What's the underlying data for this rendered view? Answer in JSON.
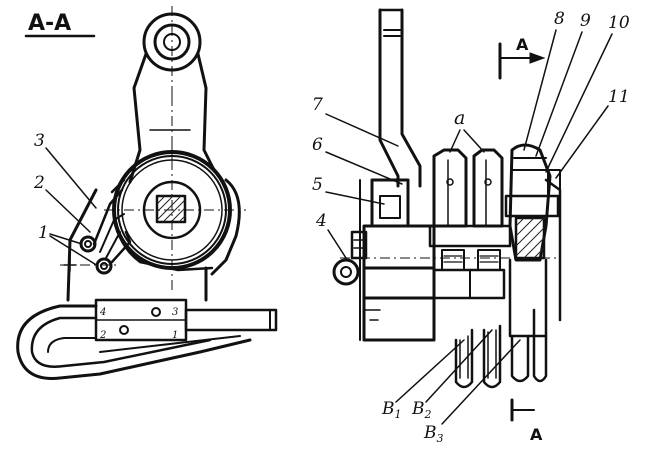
{
  "view_title": "А-А",
  "section_marks": {
    "top": "А",
    "bottom": "А"
  },
  "callouts": {
    "left": [
      "3",
      "2",
      "1"
    ],
    "right": [
      "7",
      "6",
      "5",
      "4",
      "8",
      "9",
      "10",
      "11"
    ],
    "group_a": "а",
    "b1": "В",
    "b1_sub": "1",
    "b2": "В",
    "b2_sub": "2",
    "b3": "В",
    "b3_sub": "3"
  },
  "plate_marks": {
    "top_left": "4",
    "top_right": "3",
    "bottom_left": "2",
    "bottom_right": "1"
  }
}
